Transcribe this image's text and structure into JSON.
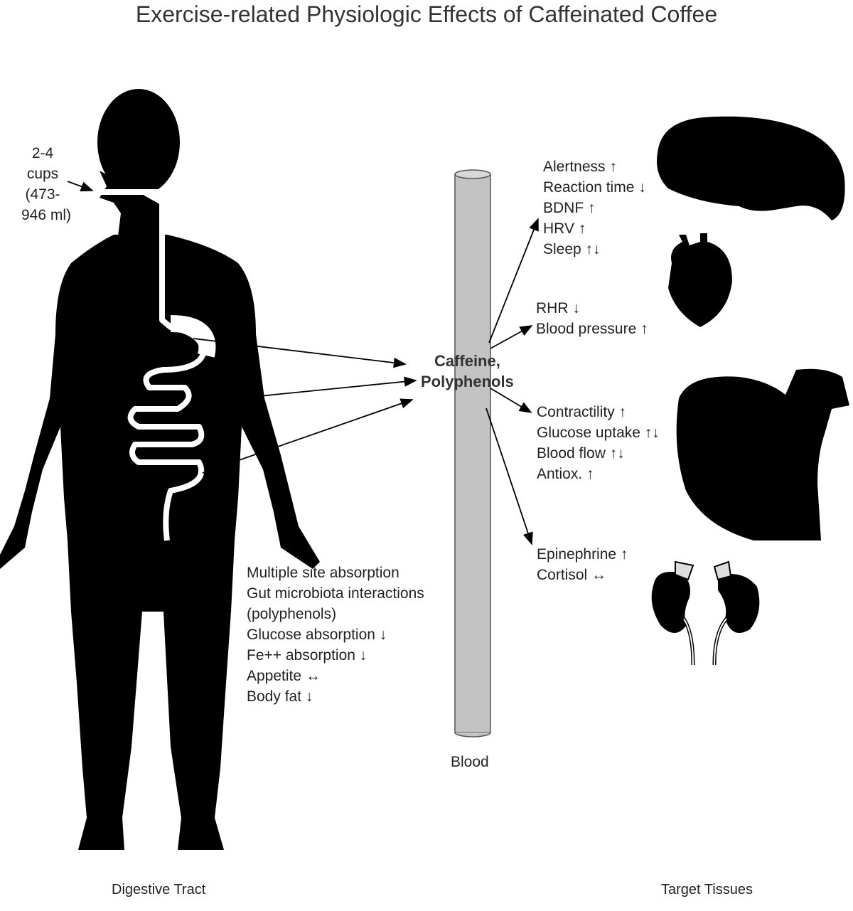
{
  "title": "Exercise-related Physiologic Effects of Caffeinated Coffee",
  "intake": [
    "2-4",
    "cups",
    "(473-",
    "946 ml)"
  ],
  "center_label": [
    "Caffeine,",
    "Polyphenols"
  ],
  "blood_label": "Blood",
  "digestive_effects": [
    "Multiple site absorption",
    "Gut microbiota interactions",
    "(polyphenols)",
    "Glucose absorption ↓",
    "Fe++ absorption ↓",
    "Appetite ↔",
    "Body fat ↓"
  ],
  "brain_effects": [
    "Alertness ↑",
    "Reaction time ↓",
    "BDNF ↑",
    "HRV ↑",
    "Sleep ↑↓"
  ],
  "heart_effects": [
    "RHR ↓",
    "Blood pressure ↑"
  ],
  "muscle_effects": [
    "Contractility ↑",
    "Glucose uptake ↑↓",
    "Blood flow ↑↓",
    "Antiox. ↑"
  ],
  "adrenal_effects": [
    "Epinephrine ↑",
    "Cortisol ↔"
  ],
  "footer": {
    "left": "Digestive Tract",
    "right": "Target Tissues"
  }
}
